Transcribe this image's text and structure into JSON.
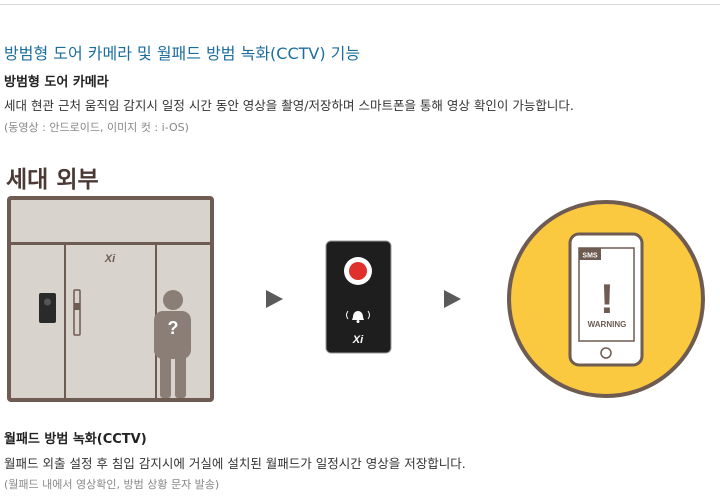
{
  "section": {
    "title": "방범형 도어 카메라 및 월패드 방범 녹화(CCTV) 기능"
  },
  "door_camera": {
    "title": "방범형 도어 카메라",
    "description": "세대 현관 근처 움직임 감지시 일정 시간 동안 영상을 촬영/저장하며 스마트폰을 통해 영상 확인이 가능합니다.",
    "note": "(동영상 : 안드로이드, 이미지 컷 : i-OS)"
  },
  "illustration": {
    "outside_label": "세대 외부",
    "door_logo": "Xi",
    "person_mark": "?",
    "device_logo": "Xi",
    "phone_tag": "SMS",
    "phone_alert": "!",
    "phone_warning": "WARNING",
    "icons": [
      "door-camera-icon",
      "bell-icon",
      "arrow-right-icon",
      "smartphone-icon"
    ],
    "colors": {
      "wall": "#d9d3cd",
      "frame": "#6e5b52",
      "person": "#8b7e77",
      "circle": "#fbc93f",
      "device": "#1e1e1e",
      "record": "#e0302b"
    }
  },
  "wallpad": {
    "title": "월패드 방범 녹화(CCTV)",
    "description": "월패드 외출 설정 후 침입 감지시에 거실에 설치된 월패드가 일정시간 영상을 저장합니다.",
    "note": "(월패드 내에서 영상확인, 방범 상황 문자 발송)"
  }
}
